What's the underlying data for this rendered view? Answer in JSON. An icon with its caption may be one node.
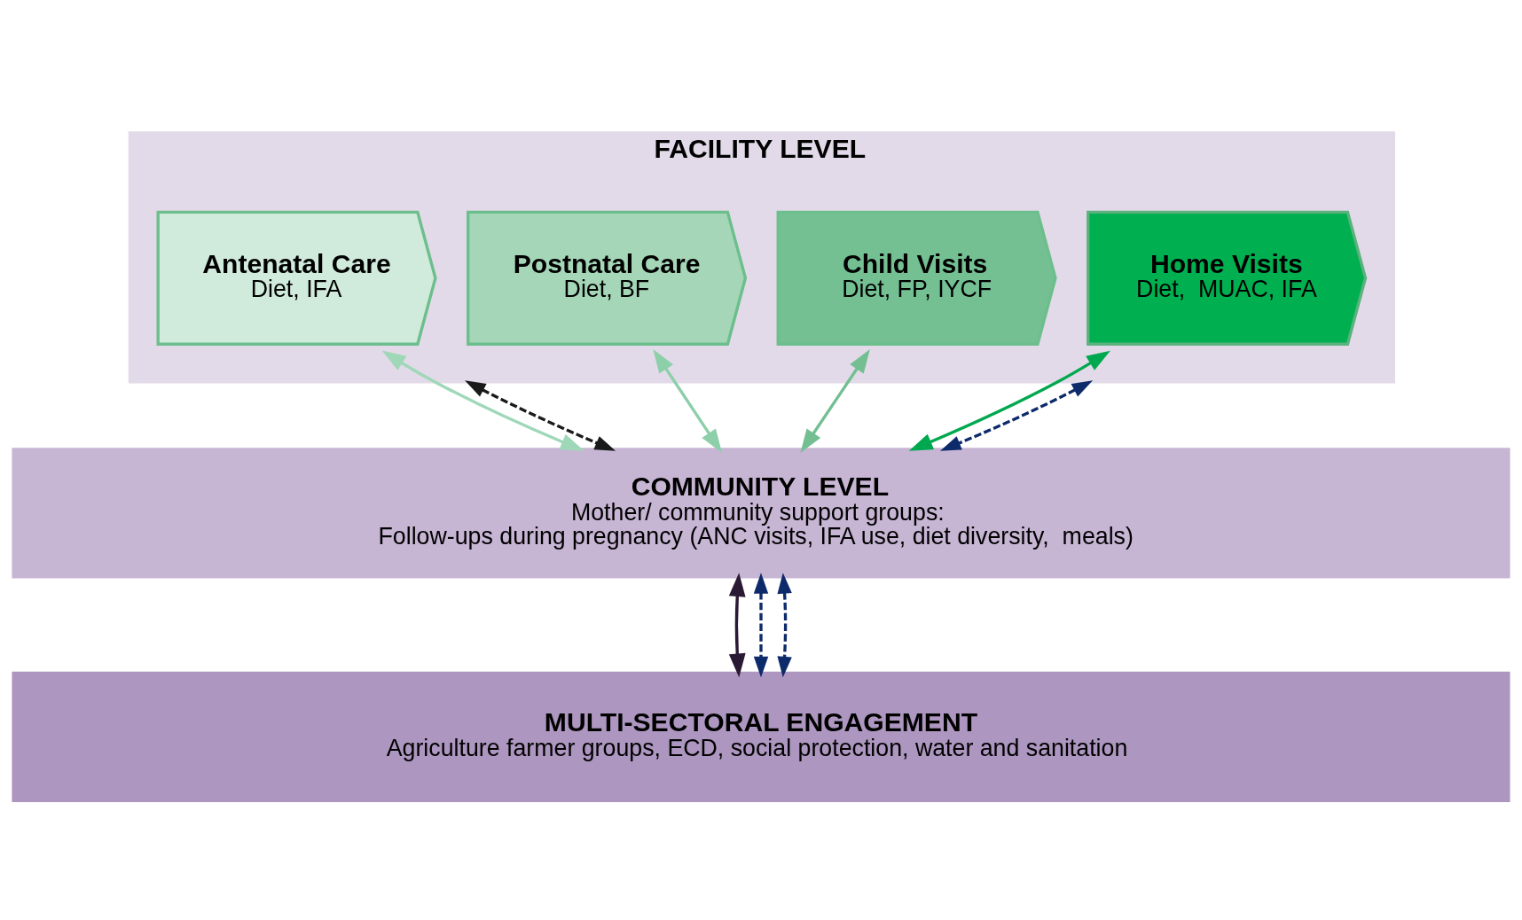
{
  "diagram": {
    "nodes": [
      {
        "text": [
          "FACILITY LEVEL"
        ]
      },
      {
        "text": [
          "Antenatal Care",
          "Diet, IFA"
        ],
        "in": 0
      },
      {
        "text": [
          "Postnatal Care",
          "Diet, BF"
        ],
        "in": 0
      },
      {
        "text": [
          "Child Visits",
          "Diet, FP, IYCF"
        ],
        "in": 0
      },
      {
        "text": [
          "Home Visits",
          "Diet,  MUAC, IFA"
        ],
        "in": 0
      },
      {
        "text": [
          "COMMUNITY LEVEL",
          "Mother/ community support groups:",
          "Follow-ups during pregnancy (ANC visits, IFA use, diet diversity,  meals)"
        ]
      },
      {
        "text": [
          "MULTI-SECTORAL ENGAGEMENT",
          "Agriculture farmer groups, ECD, social protection, water and sanitation"
        ]
      }
    ],
    "edges": [
      {
        "from": 1,
        "to": 5,
        "arrow": "both",
        "color": "#9fd8b8"
      },
      {
        "from": 2,
        "to": 5,
        "arrow": "both",
        "color": "#8ccfa9"
      },
      {
        "from": 3,
        "to": 5,
        "arrow": "both",
        "color": "#73bf92"
      },
      {
        "from": 4,
        "to": 5,
        "arrow": "both",
        "color": "#00a84f"
      },
      {
        "from": 5,
        "to": 6,
        "arrow": "both",
        "color": "#2a1a33"
      },
      {
        "from": 0,
        "to": 5,
        "arrow": "both",
        "style": "dashed",
        "color": "#1a1a1a"
      },
      {
        "from": 5,
        "to": 6,
        "arrow": "both",
        "style": "dashed",
        "color": "#0d2a6b"
      },
      {
        "from": 0,
        "to": 5,
        "arrow": "both",
        "style": "dashed",
        "color": "#0d2a6b"
      },
      {
        "from": 5,
        "to": 6,
        "arrow": "both",
        "style": "dashed",
        "color": "#0d2a6b"
      }
    ]
  }
}
